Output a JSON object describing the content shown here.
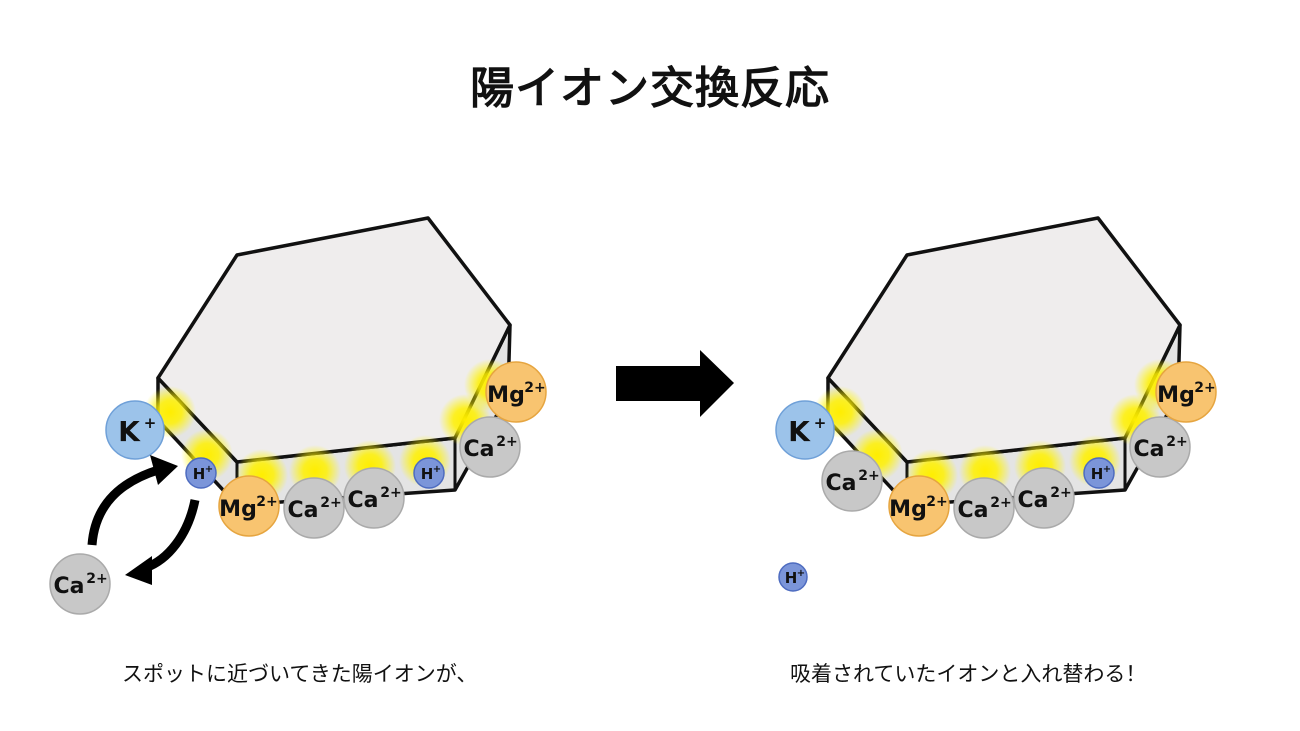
{
  "title": "陽イオン交換反応",
  "captions": {
    "left": "スポットに近づいてきた陽イオンが、",
    "right": "吸着されていたイオンと入れ替わる！"
  },
  "ion_labels": {
    "potassium": "K",
    "potassium_charge": "+",
    "hydrogen": "H",
    "hydrogen_charge": "+",
    "magnesium": "Mg",
    "calcium": "Ca",
    "divalent_charge": "2+"
  },
  "colors": {
    "potassium": "#9cc3ea",
    "hydrogen": "#7b95d9",
    "magnesium": "#f8c470",
    "calcium": "#c8c8c8",
    "spot_glow": "#ffee00",
    "crystal_face": "#efeded"
  }
}
